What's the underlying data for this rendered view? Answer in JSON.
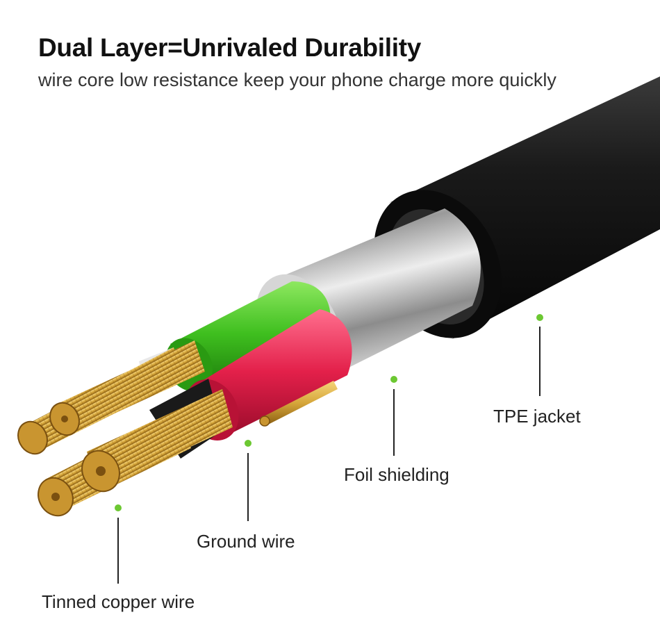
{
  "header": {
    "title": "Dual Layer=Unrivaled Durability",
    "subtitle": "wire core low resistance keep your phone charge more quickly"
  },
  "callouts": [
    {
      "id": "tpe-jacket",
      "label": "TPE jacket"
    },
    {
      "id": "foil-shielding",
      "label": "Foil shielding"
    },
    {
      "id": "ground-wire",
      "label": "Ground wire"
    },
    {
      "id": "tinned-copper-wire",
      "label": "Tinned copper wire"
    }
  ],
  "colors": {
    "jacket": "#111111",
    "foil": "#c9c9c9",
    "green_insulation": "#3fbf1f",
    "red_insulation": "#e3204a",
    "copper": "#d6a63a",
    "callout_dot": "#6cc832",
    "callout_line": "#222222"
  }
}
